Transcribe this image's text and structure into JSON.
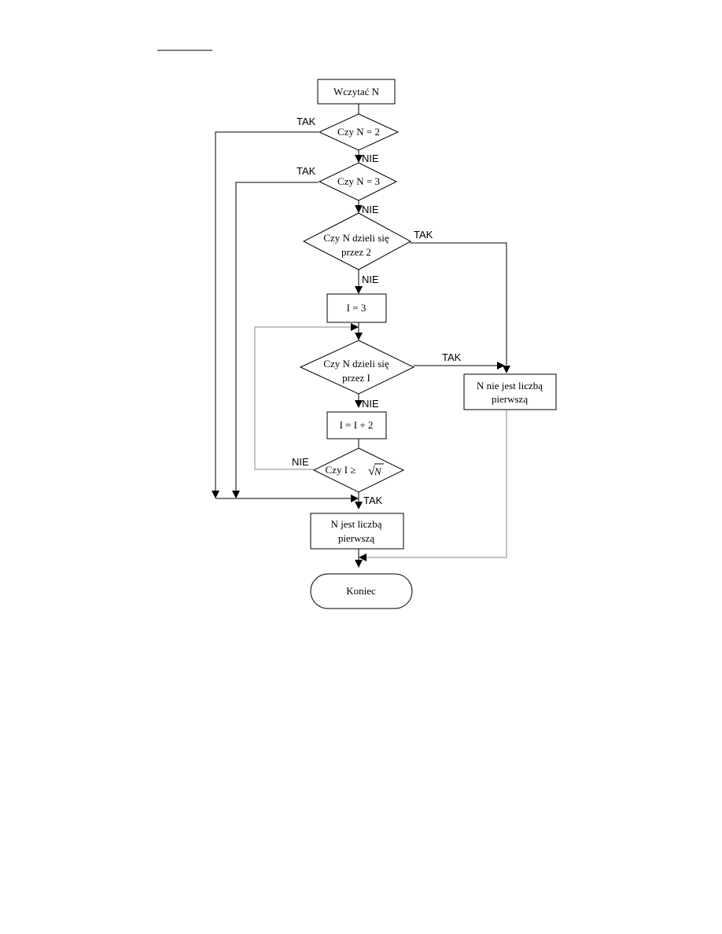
{
  "diagram": {
    "nodes": {
      "read_n": {
        "text": "Wczytać N",
        "shape": "process"
      },
      "check_eq2": {
        "text": "Czy N = 2",
        "shape": "decision"
      },
      "check_eq3": {
        "text": "Czy N = 3",
        "shape": "decision"
      },
      "check_div2": {
        "line1": "Czy N dzieli się",
        "line2": "przez 2",
        "shape": "decision"
      },
      "set_i": {
        "text": "I = 3",
        "shape": "process"
      },
      "check_divi": {
        "line1": "Czy N dzieli się",
        "line2": "przez I",
        "shape": "decision"
      },
      "incr_i": {
        "text": "I = I + 2",
        "shape": "process"
      },
      "check_sqrt": {
        "text": "Czy I ≥",
        "sqrt_symbol": "√",
        "sqrt_var": "N",
        "shape": "decision"
      },
      "not_prime": {
        "line1": "N nie jest liczbą",
        "line2": "pierwszą",
        "shape": "process"
      },
      "is_prime": {
        "line1": "N jest liczbą",
        "line2": "pierwszą",
        "shape": "process"
      },
      "end": {
        "text": "Koniec",
        "shape": "terminator"
      }
    },
    "edge_labels": {
      "eq2_yes": "TAK",
      "eq2_no": "NIE",
      "eq3_yes": "TAK",
      "eq3_no": "NIE",
      "div2_yes": "TAK",
      "div2_no": "NIE",
      "divi_yes": "TAK",
      "divi_no": "NIE",
      "sqrt_no": "NIE",
      "sqrt_yes": "TAK"
    },
    "colors": {
      "stroke": "#000000",
      "grey_connector": "#888888",
      "background": "#ffffff"
    }
  }
}
